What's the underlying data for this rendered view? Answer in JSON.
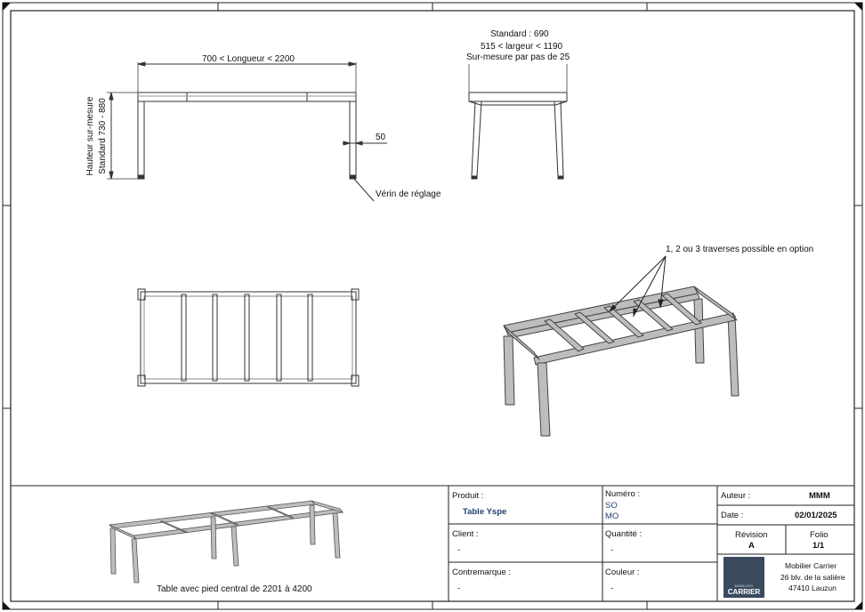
{
  "drawing": {
    "dim_length": "700 < Longueur < 2200",
    "dim_height_line1": "Hauteur sur-mesure",
    "dim_height_line2": "Standard 730 - 880",
    "dim_foot": "50",
    "foot_label": "Vérin de réglage",
    "width_line1": "Standard : 690",
    "width_line2": "515 < largeur < 1190",
    "width_line3": "Sur-mesure par pas de 25",
    "iso_note": "1, 2 ou 3 traverses possible en option",
    "caption": "Table avec pied central de 2201 à 4200"
  },
  "title_block": {
    "produit_label": "Produit :",
    "produit_value": "Table Yspe",
    "numero_label": "Numéro :",
    "numero_so": "SO",
    "numero_mo": "MO",
    "auteur_label": "Auteur :",
    "auteur_value": "MMM",
    "date_label": "Date :",
    "date_value": "02/01/2025",
    "client_label": "Client :",
    "client_value": "-",
    "quantite_label": "Quantité :",
    "quantite_value": "-",
    "revision_label": "Révision",
    "revision_value": "A",
    "folio_label": "Folio",
    "folio_value": "1/1",
    "contremarque_label": "Contremarque :",
    "contremarque_value": "-",
    "couleur_label": "Couleur :",
    "couleur_value": "-",
    "company_name": "Mobilier Carrier",
    "company_address1": "26 blv. de la salière",
    "company_address2": "47410 Lauzun",
    "logo_small": "MOBILIER",
    "logo_big": "CARRIER"
  }
}
